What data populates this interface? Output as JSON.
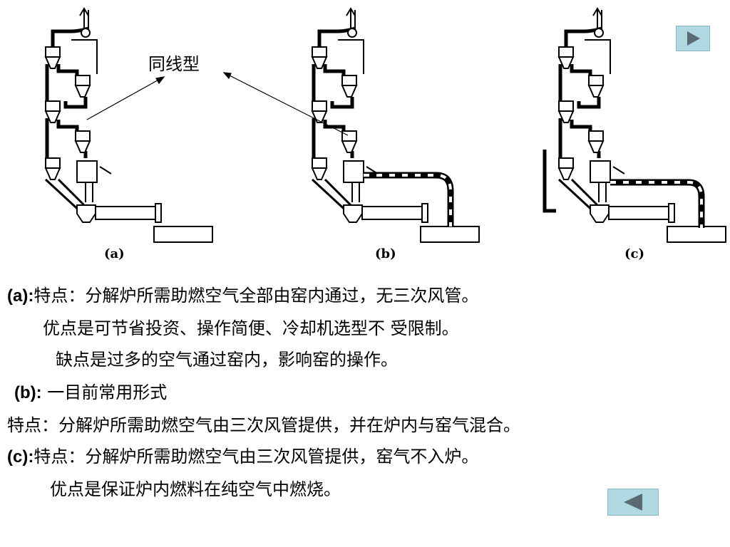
{
  "diagram": {
    "annotation": "同线型",
    "captions": [
      "(a)",
      "(b)",
      "(c)"
    ]
  },
  "text": {
    "line1_label": "(a):",
    "line1": "特点：分解炉所需助燃空气全部由窑内通过，无三次风管。",
    "line2": "优点是可节省投资、操作简便、冷却机选型不 受限制。",
    "line3": "缺点是过多的空气通过窑内，影响窑的操作。",
    "line4_label": "(b):",
    "line4": " 一目前常用形式",
    "line5": "特点：分解炉所需助燃空气由三次风管提供，并在炉内与窑气混合。",
    "line6_label": "(c):",
    "line6": "特点：分解炉所需助燃空气由三次风管提供，窑气不入炉。",
    "line7": "优点是保证炉内燃料在纯空气中燃烧。"
  },
  "nav": {
    "next_icon": "play-right-icon",
    "prev_icon": "play-left-icon",
    "color": "#b0d8e2"
  }
}
